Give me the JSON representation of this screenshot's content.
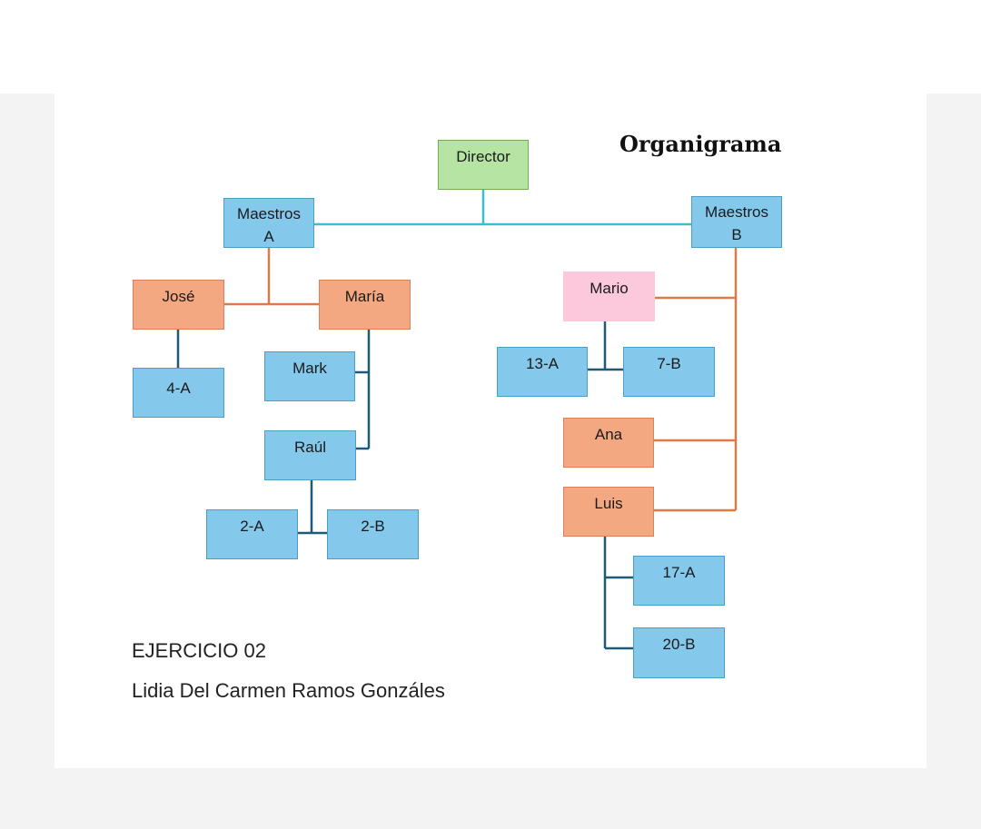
{
  "title": "Organigrama",
  "nodes": {
    "director": "Director",
    "maestros_a_line1": "Maestros",
    "maestros_a_line2": "A",
    "maestros_b_line1": "Maestros",
    "maestros_b_line2": "B",
    "jose": "José",
    "maria": "María",
    "mark": "Mark",
    "raul": "Raúl",
    "aula_4a": "4-A",
    "aula_2a": "2-A",
    "aula_2b": "2-B",
    "mario": "Mario",
    "aula_13a": "13-A",
    "aula_7b": "7-B",
    "ana": "Ana",
    "luis": "Luis",
    "aula_17a": "17-A",
    "aula_20b": "20-B"
  },
  "footer": {
    "exercise": "EJERCICIO 02",
    "author": "Lidia Del Carmen Ramos Gonzáles"
  },
  "colors": {
    "director_fill": "#b6e4a2",
    "teacher_fill": "#84c8ec",
    "staff_fill": "#f4a882",
    "highlight_fill": "#fbc8dc",
    "line_cyan": "#3bbcd6",
    "line_orange": "#dd7a45",
    "line_navy": "#1d5a78"
  }
}
